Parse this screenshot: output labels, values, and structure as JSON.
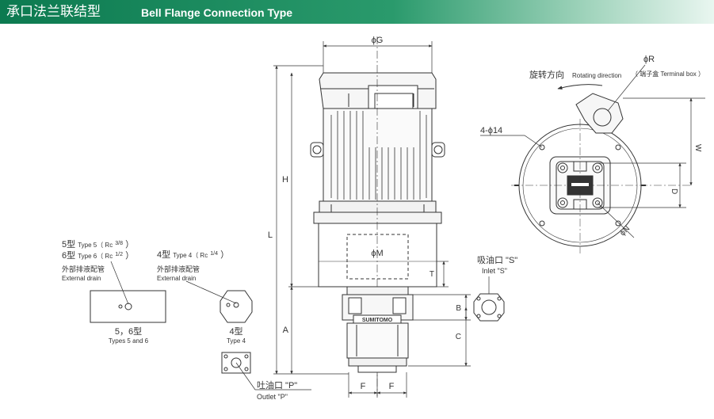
{
  "header": {
    "title_zh": "承口法兰联结型",
    "title_en": "Bell Flange Connection Type"
  },
  "dimensions": {
    "G": "ϕG",
    "R": "ϕR",
    "M": "ϕM",
    "N": "ϕN",
    "H": "H",
    "L": "L",
    "A": "A",
    "T": "T",
    "B": "B",
    "C": "C",
    "W": "W",
    "D": "D",
    "F": "F",
    "holes": "4-ϕ14"
  },
  "labels": {
    "rotating_zh": "旋转方向",
    "rotating_en": "Rotating direction",
    "terminal_box": "（ 端子盒 Terminal box ）",
    "type56_line1_zh": "5型",
    "type56_line1_en": "Type 5（ Rc",
    "type56_line1_frac": "3/8",
    "type56_line2_zh": "6型",
    "type56_line2_en": "Type 6（ Rc",
    "type56_line2_frac": "1/2",
    "close_paren": "）",
    "drain_zh": "外部排液配管",
    "drain_en": "External drain",
    "types56_zh": "5，6型",
    "types56_en": "Types 5 and 6",
    "type4_line_zh": "4型",
    "type4_line_en": "Type 4（ Rc",
    "type4_line_frac": "1/4",
    "type4_zh": "4型",
    "type4_en": "Type 4",
    "inlet_zh": "吸油口 \"S\"",
    "inlet_en": "Inlet \"S\"",
    "outlet_zh": "吐油口 \"P\"",
    "outlet_en": "Outlet \"P\"",
    "brand": "SUMITOMO"
  },
  "colors": {
    "accent": "#0c7a50",
    "line": "#333333",
    "fill": "#f4f4f4"
  }
}
